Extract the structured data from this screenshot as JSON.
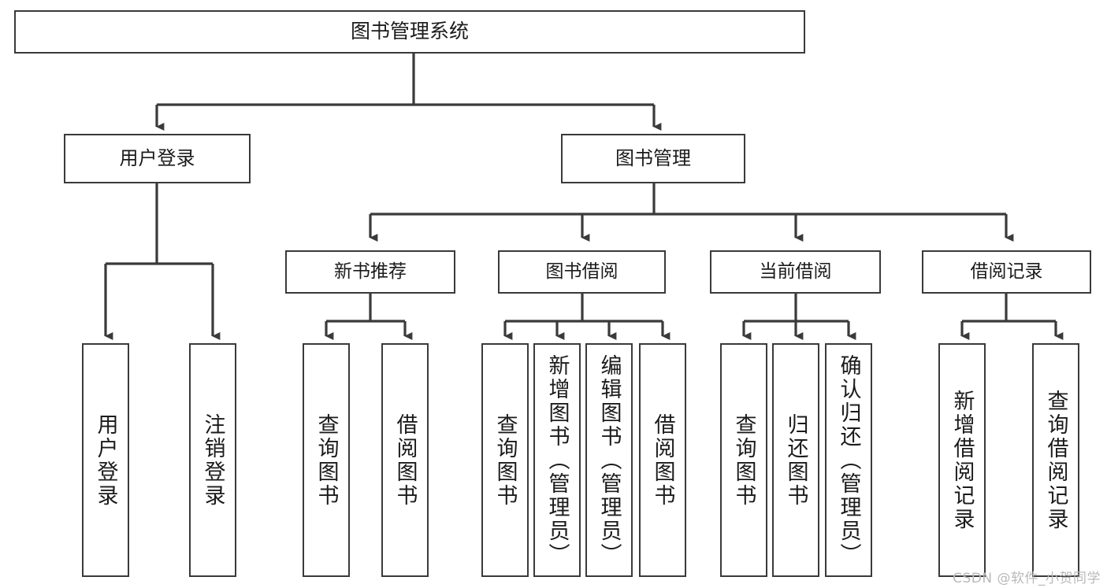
{
  "diagram": {
    "title": "图书管理系统",
    "type": "hierarchy-tree",
    "root": {
      "id": "root",
      "label": "图书管理系统"
    },
    "level1": [
      {
        "id": "user-login",
        "label": "用户登录"
      },
      {
        "id": "book-manage",
        "label": "图书管理"
      }
    ],
    "level2": [
      {
        "id": "new-book-recommend",
        "label": "新书推荐",
        "parent": "book-manage"
      },
      {
        "id": "book-borrow",
        "label": "图书借阅",
        "parent": "book-manage"
      },
      {
        "id": "current-borrow",
        "label": "当前借阅",
        "parent": "book-manage"
      },
      {
        "id": "borrow-record",
        "label": "借阅记录",
        "parent": "book-manage"
      }
    ],
    "leaves": {
      "user_login": [
        {
          "id": "leaf-user-login",
          "label": "用户登录"
        },
        {
          "id": "leaf-logout",
          "label": "注销登录"
        }
      ],
      "new_book_recommend": [
        {
          "id": "leaf-query-book-1",
          "label": "查询图书"
        },
        {
          "id": "leaf-borrow-book-1",
          "label": "借阅图书"
        }
      ],
      "book_borrow": [
        {
          "id": "leaf-query-book-2",
          "label": "查询图书"
        },
        {
          "id": "leaf-add-book",
          "label": "新增图书（管理员）"
        },
        {
          "id": "leaf-edit-book",
          "label": "编辑图书（管理员）"
        },
        {
          "id": "leaf-borrow-book-2",
          "label": "借阅图书"
        }
      ],
      "current_borrow": [
        {
          "id": "leaf-query-book-3",
          "label": "查询图书"
        },
        {
          "id": "leaf-return-book",
          "label": "归还图书"
        },
        {
          "id": "leaf-confirm-return",
          "label": "确认归还（管理员）"
        }
      ],
      "borrow_record": [
        {
          "id": "leaf-add-record",
          "label": "新增借阅记录"
        },
        {
          "id": "leaf-query-record",
          "label": "查询借阅记录"
        }
      ]
    }
  },
  "watermark": {
    "text": "CSDN @软件_小贺同学"
  },
  "colors": {
    "border": "#3a3a3a",
    "background": "#ffffff",
    "text": "#1b1b1b",
    "wire": "#3a3a3a",
    "watermark": "#b9b9b9"
  }
}
